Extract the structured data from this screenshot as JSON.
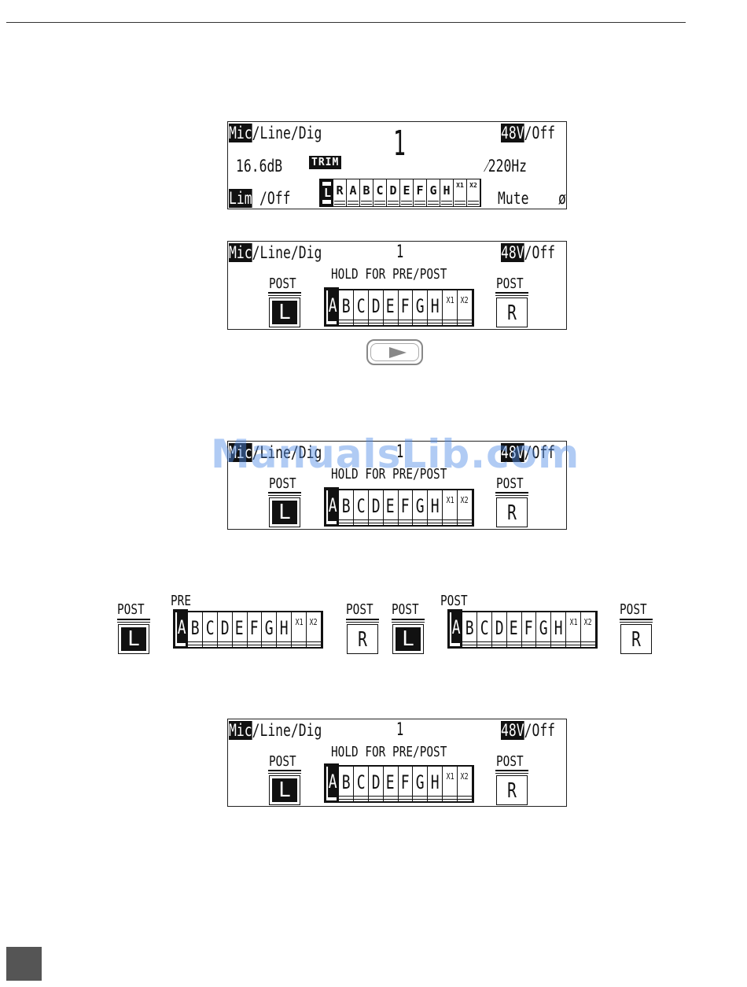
{
  "lcd1": {
    "row1": {
      "mic": "Mic",
      "rest": "/Line/Dig",
      "channel": "1",
      "phantom": "48V",
      "phantom_rest": "/Off"
    },
    "row2": {
      "gain": "16.6dB",
      "trim": "TRIM",
      "hpf": "⁄220Hz"
    },
    "row3": {
      "lim": "Lim",
      "lim_rest": "/Off",
      "mute": "Mute",
      "phase": "ø"
    },
    "strip": [
      "L",
      "R",
      "A",
      "B",
      "C",
      "D",
      "E",
      "F",
      "G",
      "H",
      "X1",
      "X2"
    ]
  },
  "lcd_common": {
    "mic": "Mic",
    "rest": "/Line/Dig",
    "channel": "1",
    "phantom": "48V",
    "phantom_rest": "/Off",
    "hold": "HOLD FOR PRE/POST",
    "post": "POST",
    "l": "L",
    "r": "R"
  },
  "strip_cells": [
    "A",
    "B",
    "C",
    "D",
    "E",
    "F",
    "G",
    "H",
    "X1",
    "X2"
  ],
  "row4": {
    "post": "POST",
    "pre": "PRE",
    "l": "L",
    "r": "R"
  },
  "watermark": "ManualsLib.com"
}
